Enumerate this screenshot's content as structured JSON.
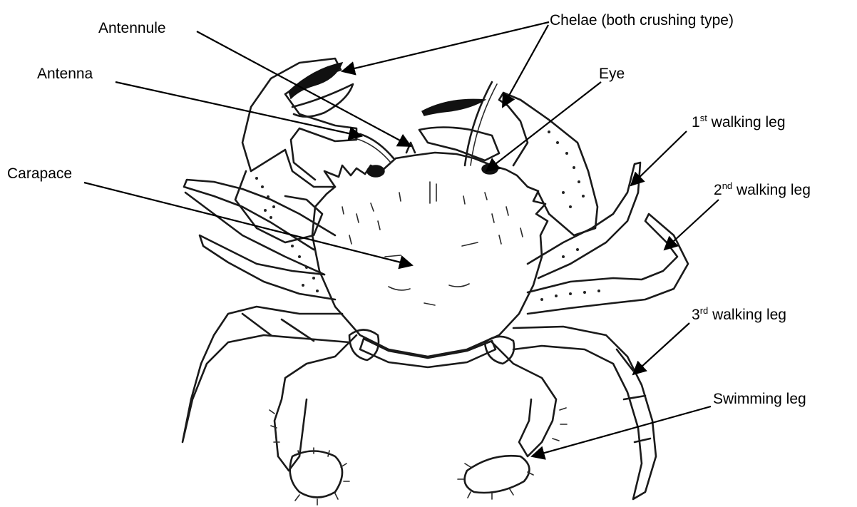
{
  "diagram": {
    "labels": {
      "antennule": "Antennule",
      "chelae": "Chelae (both crushing type)",
      "antenna": "Antenna",
      "eye": "Eye",
      "walking_leg_1_num": "1",
      "walking_leg_1_sup": "st",
      "walking_leg_1_text": " walking leg",
      "carapace": "Carapace",
      "walking_leg_2_num": "2",
      "walking_leg_2_sup": "nd",
      "walking_leg_2_text": " walking leg",
      "walking_leg_3_num": "3",
      "walking_leg_3_sup": "rd",
      "walking_leg_3_text": " walking leg",
      "swimming_leg": "Swimming leg"
    },
    "colors": {
      "ink": "#1a1a1a",
      "background": "#ffffff"
    }
  }
}
